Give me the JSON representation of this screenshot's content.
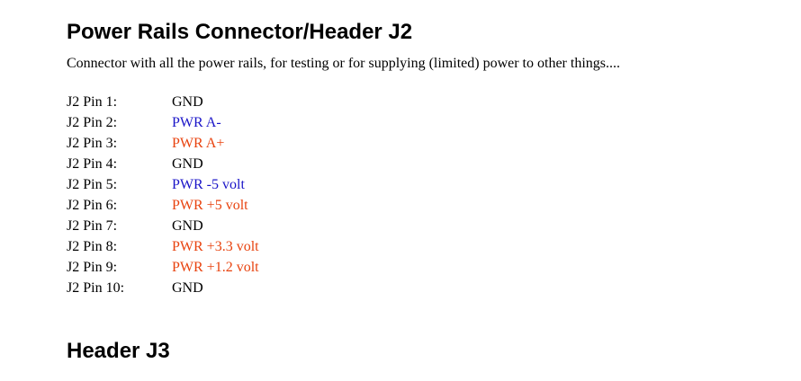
{
  "section1": {
    "title": "Power Rails Connector/Header J2",
    "description": "Connector with all the power rails, for testing or for supplying (limited) power to other things...."
  },
  "pins": [
    {
      "label": "J2 Pin 1:",
      "value": "GND",
      "kind": "gnd"
    },
    {
      "label": "J2 Pin 2:",
      "value": "PWR A-",
      "kind": "neg"
    },
    {
      "label": "J2 Pin 3:",
      "value": "PWR A+",
      "kind": "pos"
    },
    {
      "label": "J2 Pin 4:",
      "value": "GND",
      "kind": "gnd"
    },
    {
      "label": "J2 Pin 5:",
      "value": "PWR -5 volt",
      "kind": "neg"
    },
    {
      "label": "J2 Pin 6:",
      "value": "PWR +5 volt",
      "kind": "pos"
    },
    {
      "label": "J2 Pin 7:",
      "value": "GND",
      "kind": "gnd"
    },
    {
      "label": "J2 Pin 8:",
      "value": "PWR +3.3 volt",
      "kind": "pos"
    },
    {
      "label": "J2 Pin 9:",
      "value": "PWR +1.2 volt",
      "kind": "pos"
    },
    {
      "label": "J2 Pin 10:",
      "value": "GND",
      "kind": "gnd"
    }
  ],
  "section2": {
    "title": "Header J3"
  },
  "colors": {
    "gnd": "#000000",
    "negative_rail": "#1a14c8",
    "positive_rail": "#e8420e"
  }
}
